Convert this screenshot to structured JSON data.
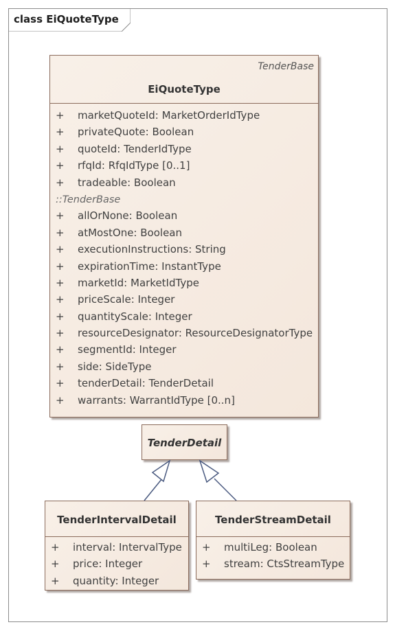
{
  "frame": {
    "title": "class EiQuoteType"
  },
  "main_class": {
    "stereotype": "TenderBase",
    "name": "EiQuoteType",
    "attributes": [
      {
        "vis": "+",
        "text": "marketQuoteId: MarketOrderIdType"
      },
      {
        "vis": "+",
        "text": "privateQuote: Boolean"
      },
      {
        "vis": "+",
        "text": "quoteId: TenderIdType"
      },
      {
        "vis": "+",
        "text": "rfqId: RfqIdType [0..1]"
      },
      {
        "vis": "+",
        "text": "tradeable: Boolean"
      }
    ],
    "inherited_label": "::TenderBase",
    "inherited_attributes": [
      {
        "vis": "+",
        "text": "allOrNone: Boolean"
      },
      {
        "vis": "+",
        "text": "atMostOne: Boolean"
      },
      {
        "vis": "+",
        "text": "executionInstructions: String"
      },
      {
        "vis": "+",
        "text": "expirationTime: InstantType"
      },
      {
        "vis": "+",
        "text": "marketId: MarketIdType"
      },
      {
        "vis": "+",
        "text": "priceScale: Integer"
      },
      {
        "vis": "+",
        "text": "quantityScale: Integer"
      },
      {
        "vis": "+",
        "text": "resourceDesignator: ResourceDesignatorType"
      },
      {
        "vis": "+",
        "text": "segmentId: Integer"
      },
      {
        "vis": "+",
        "text": "side: SideType"
      },
      {
        "vis": "+",
        "text": "tenderDetail: TenderDetail"
      },
      {
        "vis": "+",
        "text": "warrants: WarrantIdType [0..n]"
      }
    ]
  },
  "abstract_class": {
    "name": "TenderDetail"
  },
  "interval_class": {
    "name": "TenderIntervalDetail",
    "attributes": [
      {
        "vis": "+",
        "text": "interval: IntervalType"
      },
      {
        "vis": "+",
        "text": "price: Integer"
      },
      {
        "vis": "+",
        "text": "quantity: Integer"
      }
    ]
  },
  "stream_class": {
    "name": "TenderStreamDetail",
    "attributes": [
      {
        "vis": "+",
        "text": "multiLeg: Boolean"
      },
      {
        "vis": "+",
        "text": "stream: CtsStreamType"
      }
    ]
  }
}
